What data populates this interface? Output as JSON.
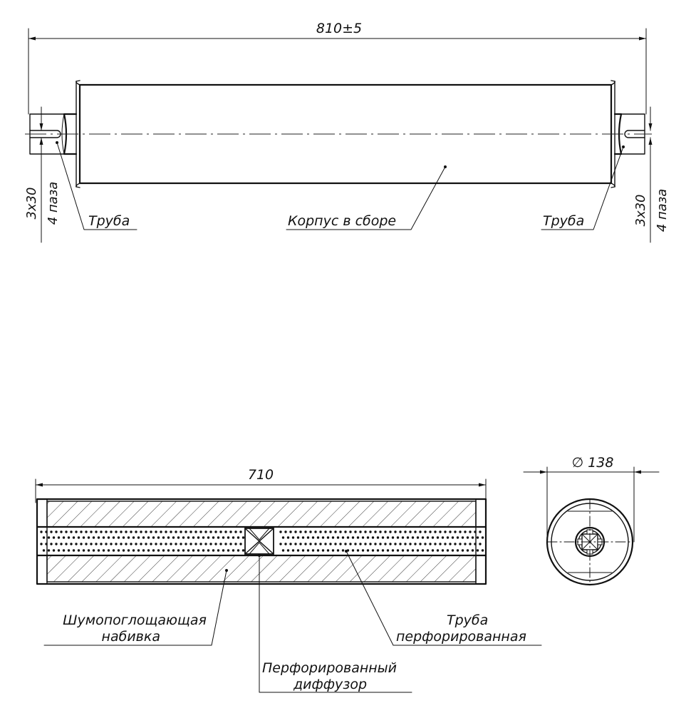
{
  "top_view": {
    "overall_length": "810±5",
    "slot_left_line1": "3x30",
    "slot_left_line2": "4 паза",
    "slot_right_line1": "3x30",
    "slot_right_line2": "4 паза",
    "label_pipe_left": "Труба",
    "label_body": "Корпус в сборе",
    "label_pipe_right": "Труба"
  },
  "section_view": {
    "inner_length": "710",
    "label_packing_line1": "Шумопоглощающая",
    "label_packing_line2": "набивка",
    "label_perforated_pipe_line1": "Труба",
    "label_perforated_pipe_line2": "перфорированная",
    "label_diffuser_line1": "Перфорированный",
    "label_diffuser_line2": "диффузор"
  },
  "end_view": {
    "diameter": "∅ 138"
  },
  "colors": {
    "line": "#111111",
    "background": "#ffffff"
  }
}
